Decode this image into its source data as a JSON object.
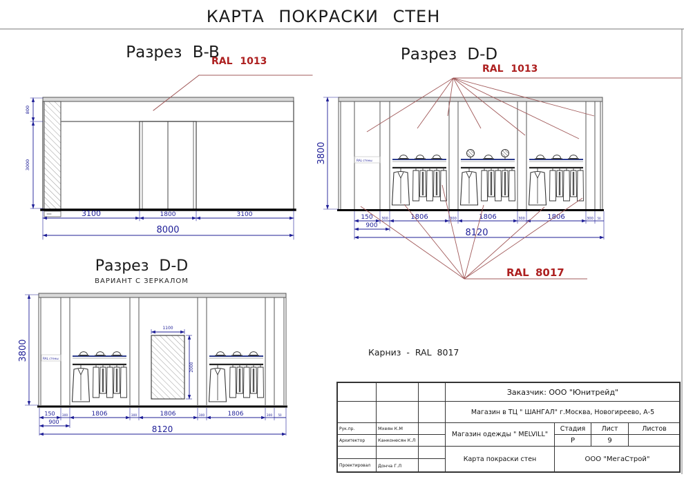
{
  "page": {
    "title": "КАРТА  ПОКРАСКИ  СТЕН",
    "cornice_note": "Карниз -  RAL  8017"
  },
  "colors": {
    "dimension": "#1c1c96",
    "callout_text": "#ad1f1f",
    "leader_line": "#a05858",
    "wall_line": "#444444"
  },
  "section_bb": {
    "heading": "Разрез  B-B",
    "ral_callout": "RAL  1013",
    "dim_800": "800",
    "dim_3000": "3000",
    "dim_left": "3100",
    "dim_door": "1800",
    "dim_right": "3100",
    "dim_total": "8000"
  },
  "section_dd": {
    "heading": "Разрез  D-D",
    "ral_top": "RAL  1013",
    "ral_bottom": "RAL 8017",
    "wall_note": "RAL стены",
    "dim_height": "3800",
    "row1": [
      "150",
      "300",
      "1806",
      "300",
      "1806",
      "300",
      "1806",
      "300",
      "50"
    ],
    "dim_900": "900",
    "dim_total": "8120"
  },
  "section_dd_mirror": {
    "heading": "Разрез  D-D",
    "subheading": "ВАРИАНТ  С  ЗЕРКАЛОМ",
    "wall_note": "RAL стены",
    "dim_height": "3800",
    "mirror_width": "1100",
    "mirror_height": "2000",
    "row1": [
      "150",
      "300",
      "1806",
      "300",
      "1806",
      "300",
      "1806",
      "300",
      "50"
    ],
    "dim_900": "900",
    "dim_total": "8120"
  },
  "title_block": {
    "customer": "Заказчик: ООО \"Юнитрейд\"",
    "project": "Магазин в ТЦ \" ШАНГАЛ\"  г.Москва, Новогиреево, А-5",
    "store": "Магазин  одежды \" MELVILL\"",
    "doc_title": "Карта  покраски  стен",
    "company": "ООО \"МегаСтрой\"",
    "stage_label": "Стадия",
    "sheet_label": "Лист",
    "sheets_label": "Листов",
    "stage_value": "Р",
    "sheet_value": "9",
    "sheets_value": "",
    "roles": [
      {
        "role": "Рук.пр.",
        "name": "Мхеян К.М"
      },
      {
        "role": "Архитектор",
        "name": "Канконесян К.Л"
      },
      {
        "role": "Проектировал",
        "name": "Донча  Г.Л"
      }
    ]
  }
}
